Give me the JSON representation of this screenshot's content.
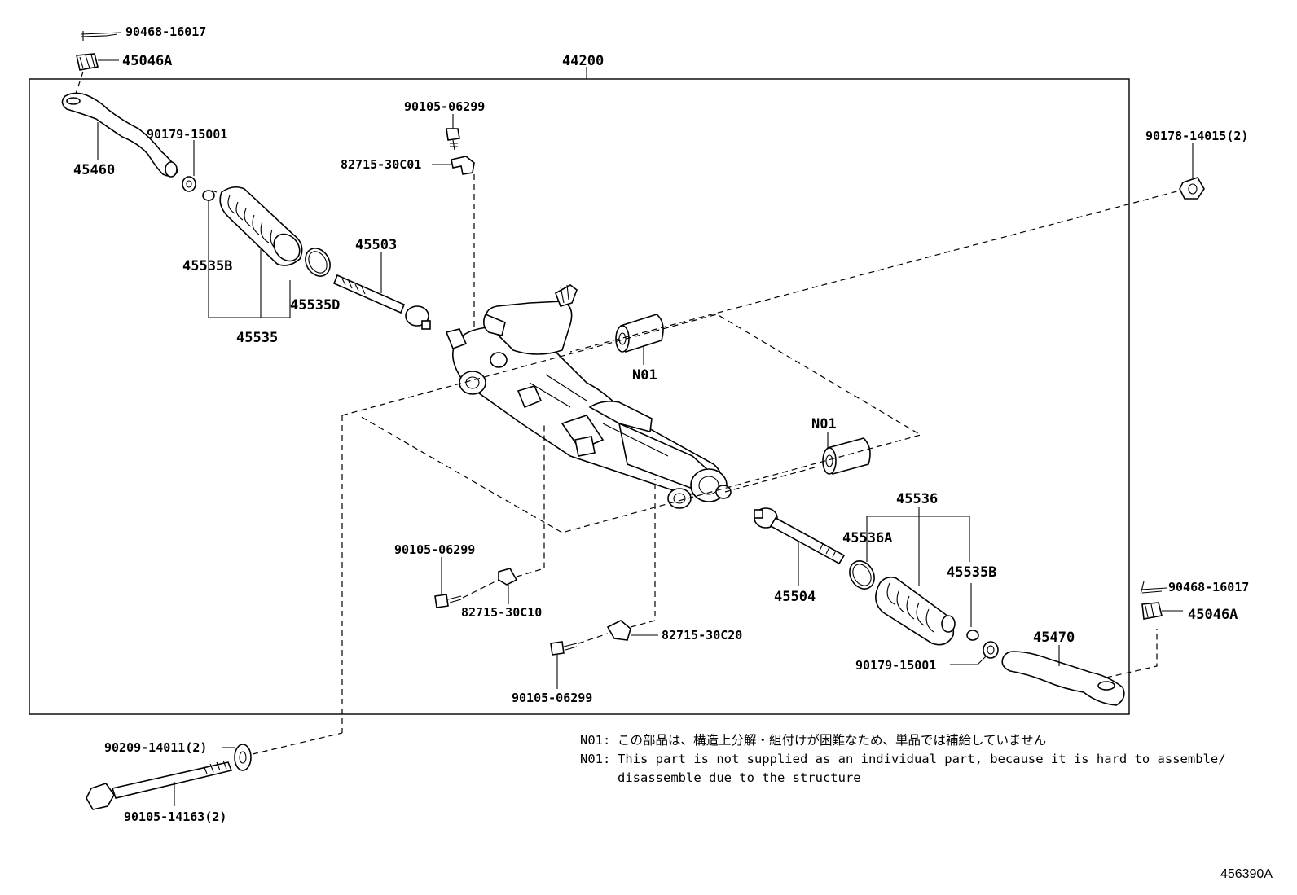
{
  "assembly": {
    "label": "44200"
  },
  "labels": {
    "p_90468_16017_tl": "90468-16017",
    "p_45046A_tl": "45046A",
    "p_90179_15001_tl": "90179-15001",
    "p_45460": "45460",
    "p_45535B_l": "45535B",
    "p_45535D": "45535D",
    "p_45535": "45535",
    "p_45503": "45503",
    "p_90105_06299_top": "90105-06299",
    "p_82715_30C01": "82715-30C01",
    "p_N01_a": "N01",
    "p_90178_14015": "90178-14015(2)",
    "p_N01_b": "N01",
    "p_45536": "45536",
    "p_45536A": "45536A",
    "p_45535B_r": "45535B",
    "p_45504": "45504",
    "p_90105_06299_mid": "90105-06299",
    "p_82715_30C10": "82715-30C10",
    "p_82715_30C20": "82715-30C20",
    "p_90105_06299_bot": "90105-06299",
    "p_90179_15001_r": "90179-15001",
    "p_45470": "45470",
    "p_90468_16017_r": "90468-16017",
    "p_45046A_r": "45046A",
    "p_90209_14011": "90209-14011(2)",
    "p_90105_14163": "90105-14163(2)"
  },
  "notes": [
    {
      "tag": "N01:",
      "text": "この部品は、構造上分解・組付けが困難なため、単品では補給していません"
    },
    {
      "tag": "N01:",
      "text": "This part is not supplied as an individual part, because it is hard to assemble/\ndisassemble due to the structure"
    }
  ],
  "figure_code": "456390A"
}
